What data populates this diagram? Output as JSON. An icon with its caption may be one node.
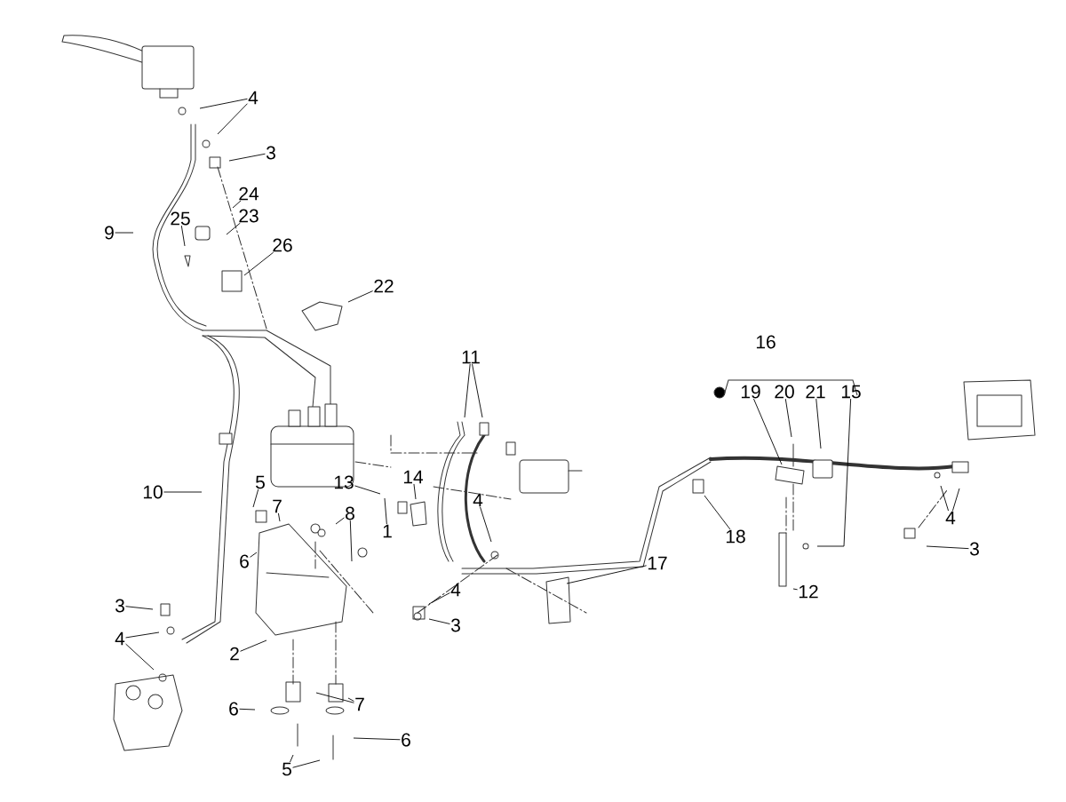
{
  "diagram": {
    "nodes": [
      {
        "text": [
          "4"
        ]
      },
      {
        "text": [
          "3"
        ]
      },
      {
        "text": [
          "24"
        ]
      },
      {
        "text": [
          "23"
        ]
      },
      {
        "text": [
          "25"
        ]
      },
      {
        "text": [
          "9"
        ]
      },
      {
        "text": [
          "26"
        ]
      },
      {
        "text": [
          "22"
        ]
      },
      {
        "text": [
          "16"
        ]
      },
      {
        "text": [
          "11"
        ]
      },
      {
        "text": [
          "19"
        ]
      },
      {
        "text": [
          "20"
        ]
      },
      {
        "text": [
          "21"
        ]
      },
      {
        "text": [
          "15"
        ]
      },
      {
        "text": [
          "13"
        ]
      },
      {
        "text": [
          "14"
        ]
      },
      {
        "text": [
          "5"
        ]
      },
      {
        "text": [
          "10"
        ]
      },
      {
        "text": [
          "4"
        ]
      },
      {
        "text": [
          "7"
        ]
      },
      {
        "text": [
          "8"
        ]
      },
      {
        "text": [
          "1"
        ]
      },
      {
        "text": [
          "4"
        ]
      },
      {
        "text": [
          "18"
        ]
      },
      {
        "text": [
          "3"
        ]
      },
      {
        "text": [
          "6"
        ]
      },
      {
        "text": [
          "17"
        ]
      },
      {
        "text": [
          "4"
        ]
      },
      {
        "text": [
          "12"
        ]
      },
      {
        "text": [
          "3"
        ]
      },
      {
        "text": [
          "3"
        ]
      },
      {
        "text": [
          "4"
        ]
      },
      {
        "text": [
          "2"
        ]
      },
      {
        "text": [
          "7"
        ]
      },
      {
        "text": [
          "6"
        ]
      },
      {
        "text": [
          "6"
        ]
      },
      {
        "text": [
          "5"
        ]
      }
    ],
    "edges": [
      {
        "from": 0,
        "to": null,
        "arrow": "none"
      },
      {
        "from": 0,
        "to": null,
        "arrow": "none"
      },
      {
        "from": 1,
        "to": null,
        "arrow": "none"
      },
      {
        "from": 2,
        "to": null,
        "arrow": "none"
      },
      {
        "from": 3,
        "to": null,
        "arrow": "none"
      },
      {
        "from": 4,
        "to": null,
        "arrow": "none"
      },
      {
        "from": 5,
        "to": null,
        "arrow": "none"
      },
      {
        "from": 6,
        "to": null,
        "arrow": "none"
      },
      {
        "from": 7,
        "to": null,
        "arrow": "none"
      },
      {
        "from": 9,
        "to": null,
        "arrow": "none"
      },
      {
        "from": 9,
        "to": null,
        "arrow": "none"
      },
      {
        "from": 10,
        "to": null,
        "arrow": "none"
      },
      {
        "from": 11,
        "to": null,
        "arrow": "none"
      },
      {
        "from": 12,
        "to": null,
        "arrow": "none"
      },
      {
        "from": 13,
        "to": null,
        "arrow": "none"
      },
      {
        "from": 14,
        "to": null,
        "arrow": "none"
      },
      {
        "from": 15,
        "to": null,
        "arrow": "none"
      },
      {
        "from": 16,
        "to": null,
        "arrow": "none"
      },
      {
        "from": 17,
        "to": null,
        "arrow": "none"
      },
      {
        "from": 18,
        "to": null,
        "arrow": "none"
      },
      {
        "from": 19,
        "to": null,
        "arrow": "none"
      },
      {
        "from": 20,
        "to": null,
        "arrow": "none"
      },
      {
        "from": 20,
        "to": null,
        "arrow": "none"
      },
      {
        "from": 21,
        "to": null,
        "arrow": "none"
      },
      {
        "from": 22,
        "to": null,
        "arrow": "none"
      },
      {
        "from": 22,
        "to": null,
        "arrow": "none"
      },
      {
        "from": 23,
        "to": null,
        "arrow": "none"
      },
      {
        "from": 24,
        "to": null,
        "arrow": "none"
      },
      {
        "from": 25,
        "to": null,
        "arrow": "none"
      },
      {
        "from": 26,
        "to": null,
        "arrow": "none"
      },
      {
        "from": 27,
        "to": null,
        "arrow": "none"
      },
      {
        "from": 28,
        "to": null,
        "arrow": "none"
      },
      {
        "from": 29,
        "to": null,
        "arrow": "none"
      },
      {
        "from": 30,
        "to": null,
        "arrow": "none"
      },
      {
        "from": 31,
        "to": null,
        "arrow": "none"
      },
      {
        "from": 31,
        "to": null,
        "arrow": "none"
      },
      {
        "from": 32,
        "to": null,
        "arrow": "none"
      },
      {
        "from": 33,
        "to": null,
        "arrow": "none"
      },
      {
        "from": 33,
        "to": null,
        "arrow": "none"
      },
      {
        "from": 34,
        "to": null,
        "arrow": "none"
      },
      {
        "from": 35,
        "to": null,
        "arrow": "none"
      },
      {
        "from": 36,
        "to": null,
        "arrow": "none"
      },
      {
        "from": 36,
        "to": null,
        "arrow": "none"
      }
    ]
  }
}
